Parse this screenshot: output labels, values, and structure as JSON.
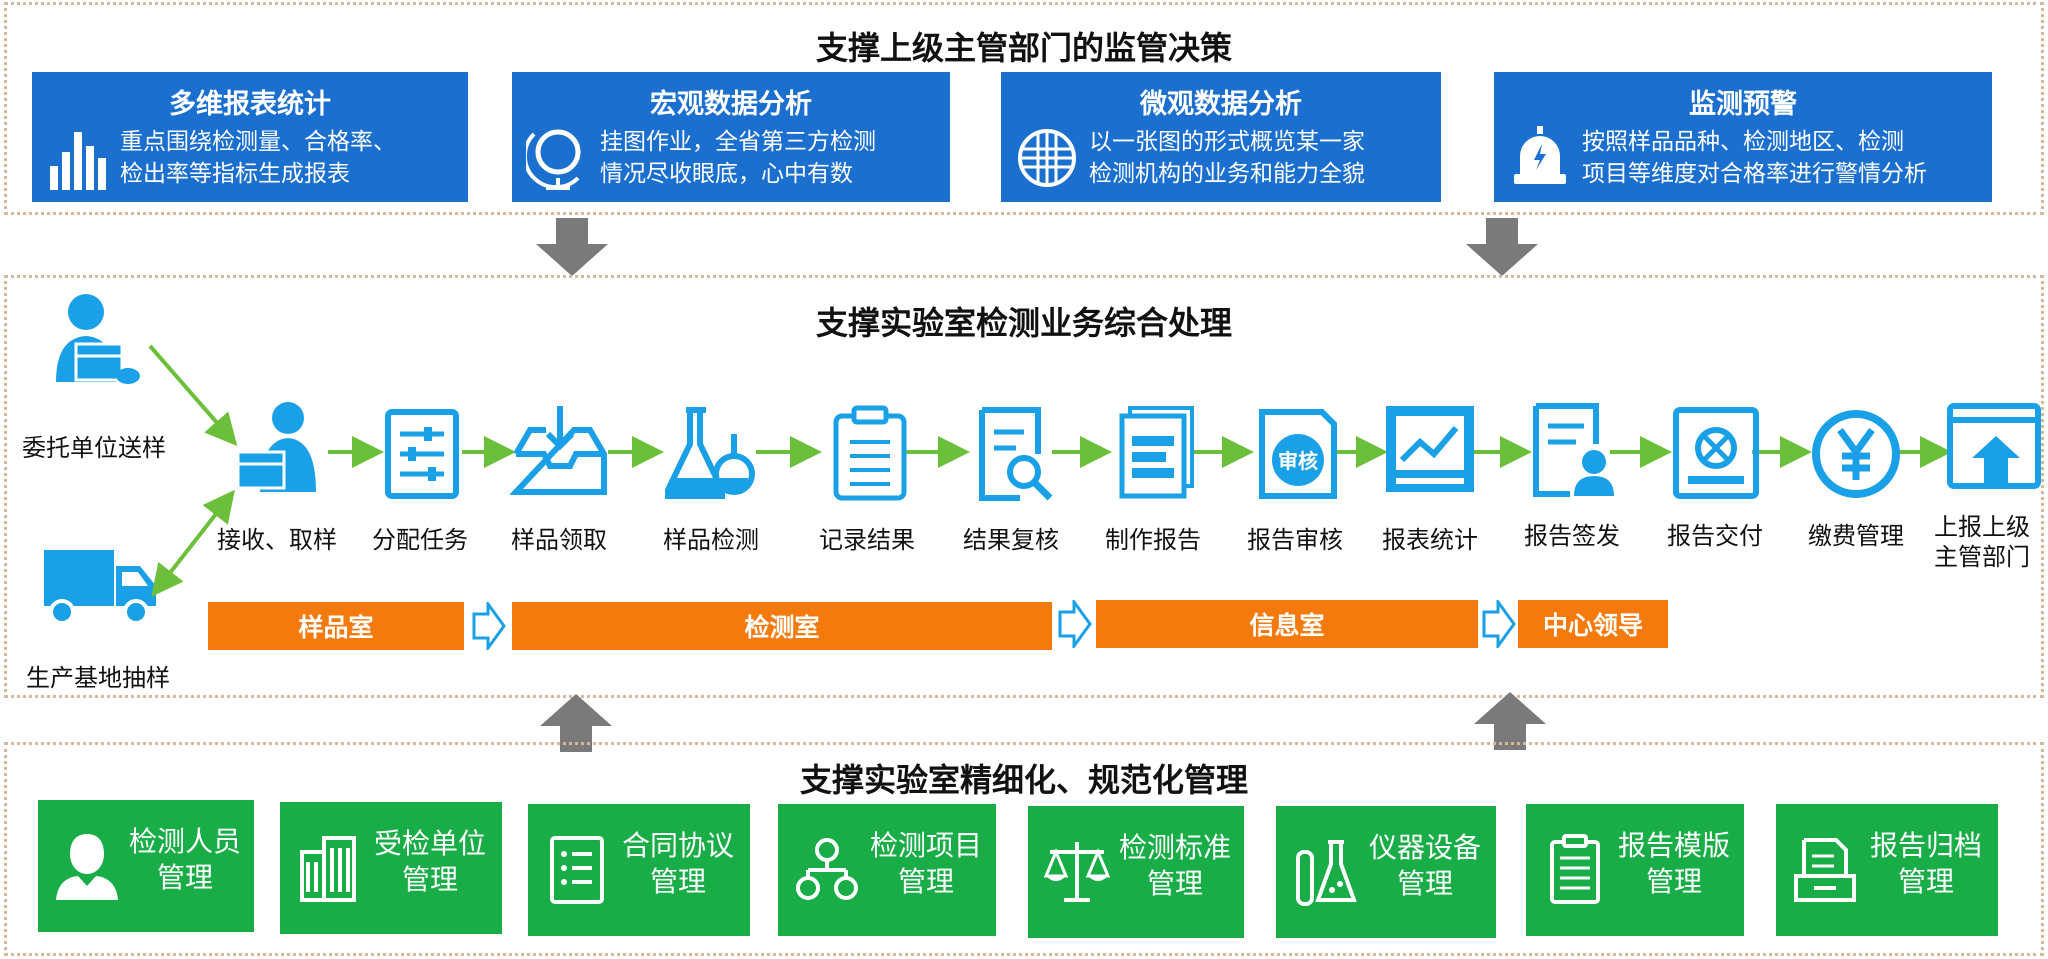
{
  "top_section": {
    "title": "支撑上级主管部门的监管决策",
    "cards": [
      {
        "title": "多维报表统计",
        "line1": "重点围绕检测量、合格率、",
        "line2": "检出率等指标生成报表",
        "icon": "bar-chart-icon"
      },
      {
        "title": "宏观数据分析",
        "line1": "挂图作业，全省第三方检测",
        "line2": "情况尽收眼底，心中有数",
        "icon": "globe-icon"
      },
      {
        "title": "微观数据分析",
        "line1": "以一张图的形式概览某一家",
        "line2": "检测机构的业务和能力全貌",
        "icon": "grid-globe-icon"
      },
      {
        "title": "监测预警",
        "line1": "按照样品品种、检测地区、检测",
        "line2": "项目等维度对合格率进行警情分析",
        "icon": "alarm-bell-icon"
      }
    ]
  },
  "middle_section": {
    "title": "支撑实验室检测业务综合处理",
    "sources": [
      "委托单位送样",
      "生产基地抽样"
    ],
    "steps": [
      {
        "label": "接收、取样",
        "icon": "receive-package-icon"
      },
      {
        "label": "分配任务",
        "icon": "sliders-icon"
      },
      {
        "label": "样品领取",
        "icon": "inbox-download-icon"
      },
      {
        "label": "样品检测",
        "icon": "flask-icon"
      },
      {
        "label": "记录结果",
        "icon": "clipboard-icon"
      },
      {
        "label": "结果复核",
        "icon": "document-search-icon"
      },
      {
        "label": "制作报告",
        "icon": "report-pages-icon"
      },
      {
        "label": "报告审核",
        "icon": "audit-stamp-icon"
      },
      {
        "label": "报表统计",
        "icon": "trend-chart-icon"
      },
      {
        "label": "报告签发",
        "icon": "sign-document-icon"
      },
      {
        "label": "报告交付",
        "icon": "delivery-box-icon"
      },
      {
        "label": "缴费管理",
        "icon": "yuan-coin-icon"
      },
      {
        "label": "上报上级\n主管部门",
        "icon": "upload-window-icon"
      }
    ],
    "rooms": [
      "样品室",
      "检测室",
      "信息室",
      "中心领导"
    ]
  },
  "bottom_section": {
    "title": "支撑实验室精细化、规范化管理",
    "cards": [
      {
        "line1": "检测人员",
        "line2": "管理",
        "icon": "person-icon"
      },
      {
        "line1": "受检单位",
        "line2": "管理",
        "icon": "building-icon"
      },
      {
        "line1": "合同协议",
        "line2": "管理",
        "icon": "list-document-icon"
      },
      {
        "line1": "检测项目",
        "line2": "管理",
        "icon": "hierarchy-icon"
      },
      {
        "line1": "检测标准",
        "line2": "管理",
        "icon": "scales-icon"
      },
      {
        "line1": "仪器设备",
        "line2": "管理",
        "icon": "lab-flasks-icon"
      },
      {
        "line1": "报告模版",
        "line2": "管理",
        "icon": "report-template-icon"
      },
      {
        "line1": "报告归档",
        "line2": "管理",
        "icon": "archive-icon"
      }
    ]
  },
  "colors": {
    "blue": "#1a6fcf",
    "orange": "#f47a0e",
    "green": "#19ad48",
    "flow_green": "#6cbf3a",
    "icon_blue": "#1aa0e6",
    "arrow_gray": "#7a7a7a"
  }
}
